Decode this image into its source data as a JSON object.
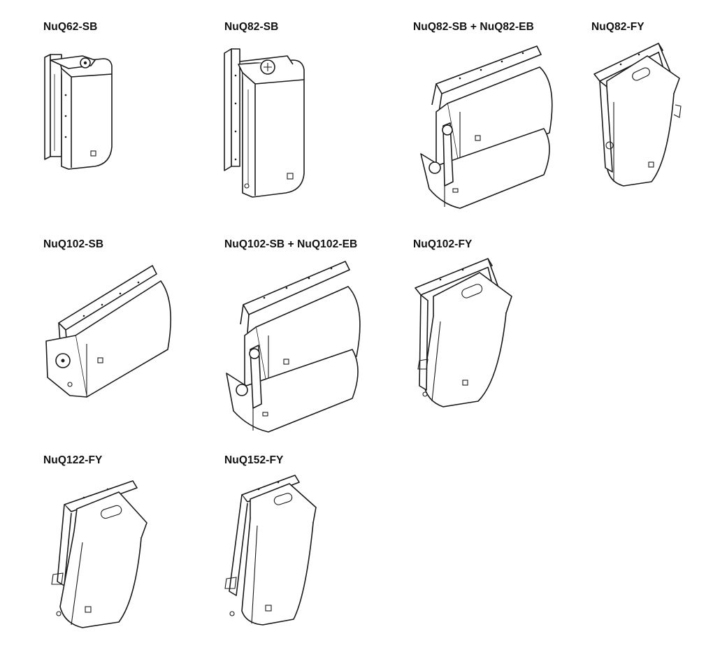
{
  "items": [
    {
      "label": "NuQ62-SB"
    },
    {
      "label": "NuQ82-SB"
    },
    {
      "label": "NuQ82-SB + NuQ82-EB"
    },
    {
      "label": "NuQ82-FY"
    },
    {
      "label": "NuQ102-SB"
    },
    {
      "label": "NuQ102-SB + NuQ102-EB"
    },
    {
      "label": "NuQ102-FY"
    },
    {
      "label": "NuQ122-FY"
    },
    {
      "label": "NuQ152-FY"
    }
  ],
  "icons": [
    "speaker-sb-drawing",
    "speaker-sb-eb-drawing",
    "speaker-fy-drawing"
  ]
}
